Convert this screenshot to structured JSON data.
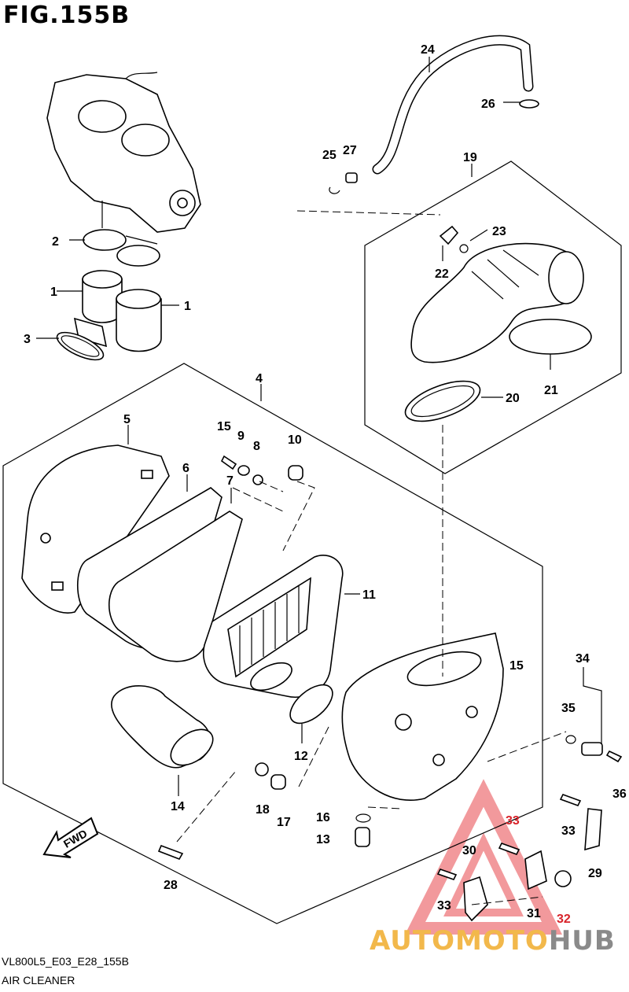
{
  "figure": {
    "title": "FIG.155B",
    "code": "VL800L5_E03_E28_155B",
    "name": "AIR CLEANER",
    "direction_label": "FWD"
  },
  "watermark": {
    "text_a": "AUTOMOTO",
    "text_b": "HUB",
    "color_a": "#f2b84b",
    "color_b": "#8a8a8a",
    "triangle_color": "#e8474c"
  },
  "callouts": {
    "c1a": "1",
    "c1b": "1",
    "c2": "2",
    "c3": "3",
    "c4": "4",
    "c5": "5",
    "c6": "6",
    "c7": "7",
    "c8": "8",
    "c9": "9",
    "c10": "10",
    "c11": "11",
    "c12": "12",
    "c13": "13",
    "c14": "14",
    "c15a": "15",
    "c15b": "15",
    "c16": "16",
    "c17": "17",
    "c18": "18",
    "c19": "19",
    "c20": "20",
    "c21": "21",
    "c22": "22",
    "c23": "23",
    "c24": "24",
    "c25": "25",
    "c26": "26",
    "c27": "27",
    "c28": "28",
    "c29": "29",
    "c30": "30",
    "c31": "31",
    "c32": "32",
    "c33a": "33",
    "c33b": "33",
    "c33c": "33",
    "c34": "34",
    "c35": "35",
    "c36": "36"
  }
}
